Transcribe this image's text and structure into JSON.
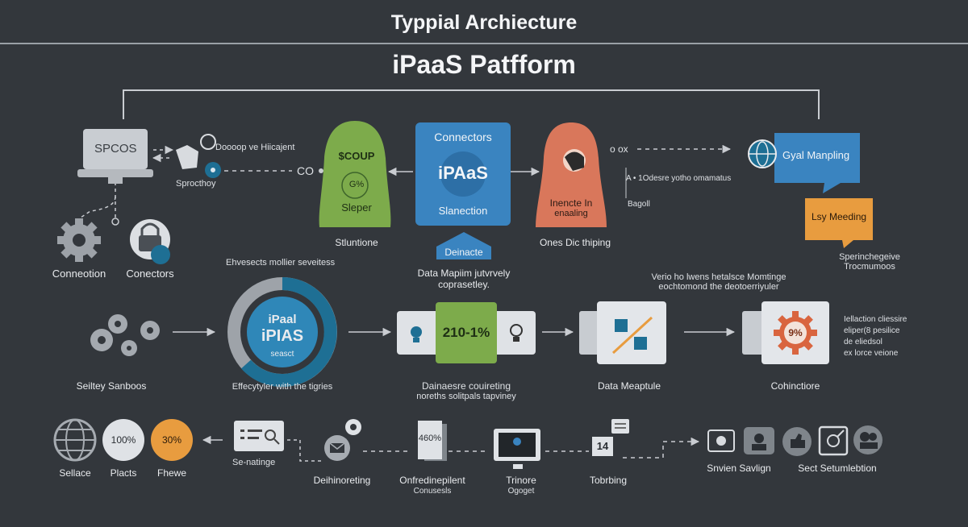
{
  "header": {
    "top_title": "Typpial Archiecture",
    "main_title": "iPaaS Patfform"
  },
  "row1": {
    "spcos_label": "SPCOS",
    "group_caption": "Doooop ve Hiicajent",
    "sprocthoy": "Sprocthoy",
    "co_text": "CO",
    "green": {
      "top": "$COUP",
      "badge": "G%",
      "bottom": "Sleper",
      "caption": "Stluntione"
    },
    "ipaas": {
      "top": "Connectors",
      "center": "iPAaS",
      "bottom": "Slanection"
    },
    "deinacte": "Deinacte",
    "data_map_line1": "Data Mapiim jutvrvely",
    "data_map_line2": "coprasetley.",
    "orange": {
      "line1": "Inencte In",
      "line2": "enaaling",
      "caption": "Ones Dic thiping"
    },
    "oox": "o ox",
    "gyal_mapping": "Gyal Manpling",
    "oder_line": "A  • 1Odesre yotho omamatus",
    "bagoll": "Bagoll",
    "lsy_meeting": "Lsy Meeding",
    "sperinch_line1": "Sperinchegeive",
    "sperinch_line2": "Trocmumoos"
  },
  "row2": {
    "connection": "Conneotion",
    "conectors": "Conectors",
    "ehvesects": "Ehvesects mollier seveitess",
    "verio_line1": "Verio ho lwens hetalsce Momtinge",
    "verio_line2": "eochtomond the deotoerriyuler",
    "safety": "Seiltey Sanboos",
    "circle": {
      "line1": "iPaal",
      "line2": "iPIAS",
      "line3": "seasct"
    },
    "circle_caption": "Effecytyler with the tigries",
    "card_value": "210-1%",
    "dainaere_line1": "Dainaesre couireting",
    "dainaere_line2": "noreths solitpals tapviney",
    "data_meaptule": "Data Meaptule",
    "percent_badge": "9%",
    "cohinctiore": "Cohinctiore",
    "bullets": [
      "Iellaction cliessire",
      "eliper(8 pesilice",
      "de eliedsol",
      "ex lorce veione"
    ]
  },
  "row3": {
    "sellace": "Sellace",
    "placts_value": "100%",
    "placts": "Placts",
    "fhewe_value": "30%",
    "fhewe": "Fhewe",
    "senatinge": "Se-natinge",
    "deihinoreting": "Deihinoreting",
    "card_value": "460%",
    "onfredinepilent_line1": "Onfredinepilent",
    "onfredinepilent_line2": "Conusesls",
    "trinore_line1": "Trinore",
    "trinore_line2": "Ogoget",
    "tobrbing_value": "14",
    "tobrbing": "Tobrbing",
    "snvien": "Snvien Savlign",
    "sect": "Sect Setumlebtion"
  },
  "colors": {
    "background": "#33373c",
    "green": "#7dab4b",
    "blue": "#3a84c0",
    "orange": "#d9775b",
    "amber": "#e89c3f",
    "teal": "#1e6f94"
  }
}
